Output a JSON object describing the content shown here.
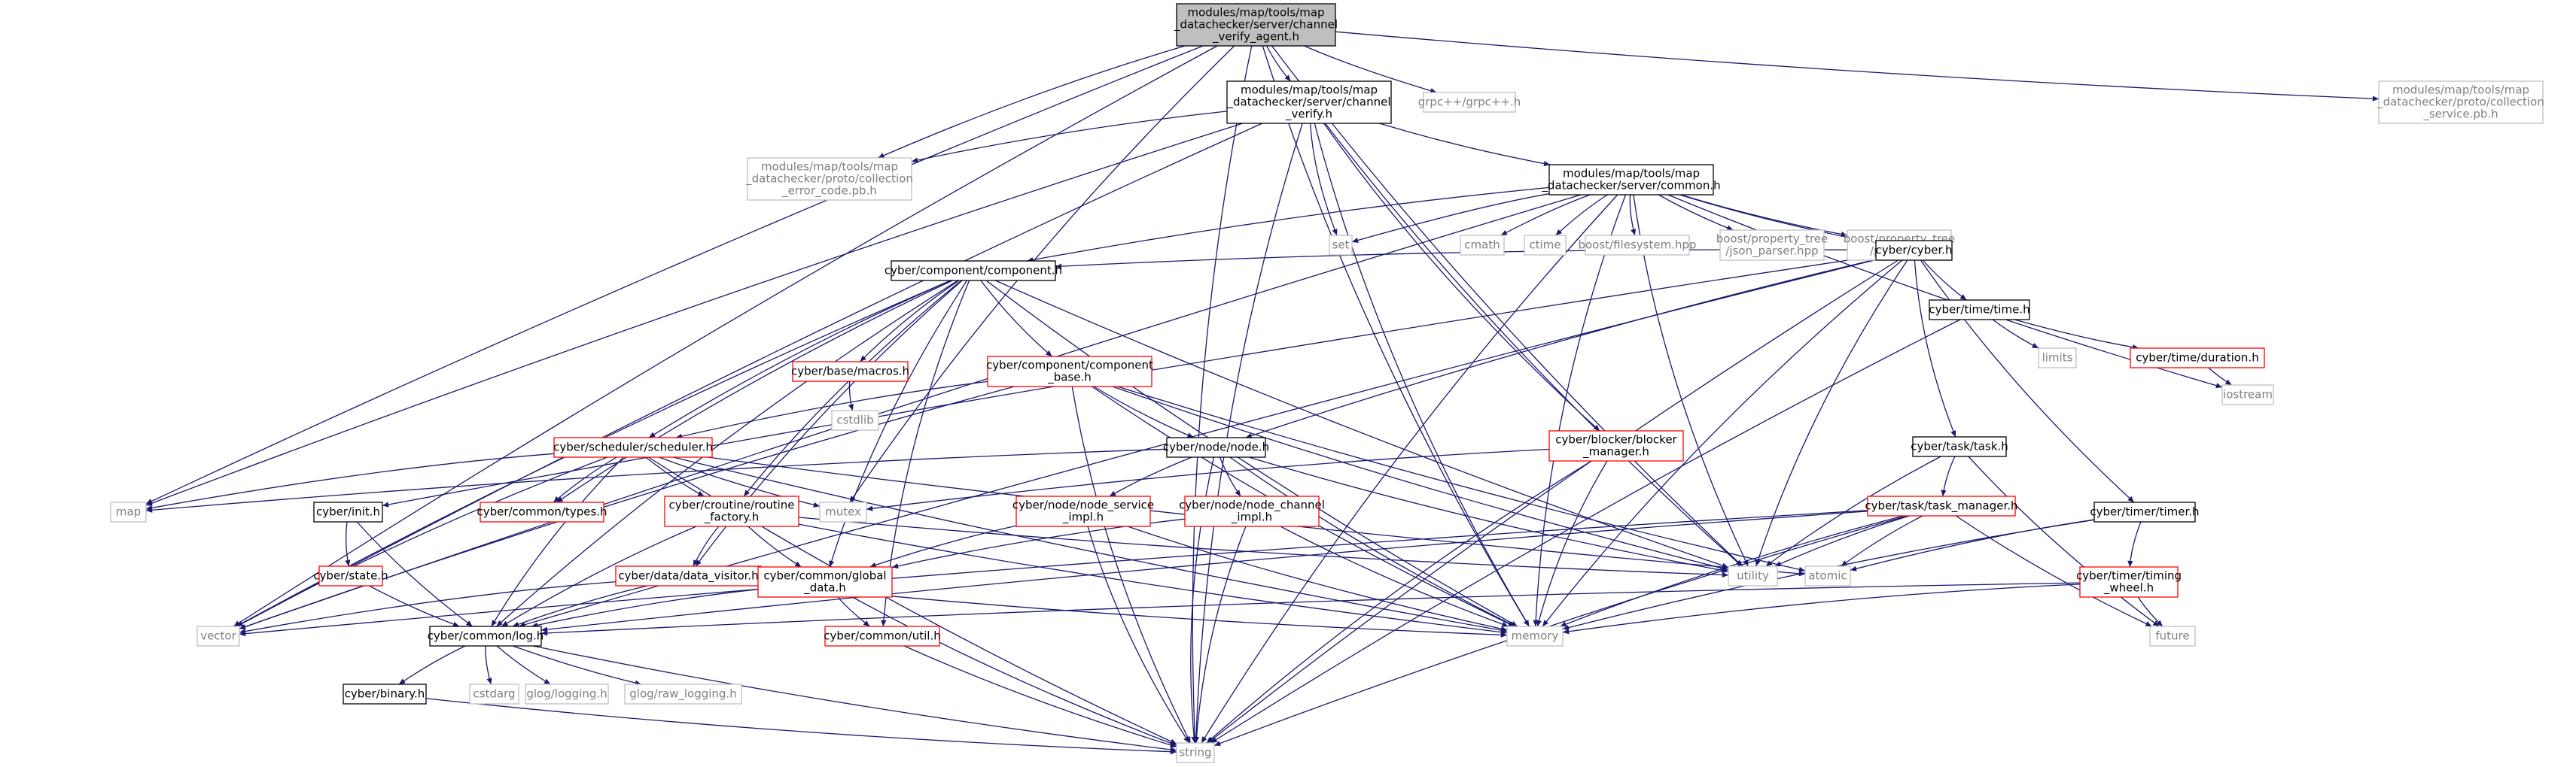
{
  "diagram": {
    "type": "include-dependency-graph",
    "colors": {
      "edge": "#191970",
      "node_normal": "#000000",
      "node_red": "#ff0000",
      "node_gray": "#bfbfbf",
      "root_fill": "#bfbfbf"
    },
    "nodes": [
      {
        "id": "root",
        "lines": [
          "modules/map/tools/map",
          "_datachecker/server/channel",
          "_verify_agent.h"
        ],
        "style": "root"
      },
      {
        "id": "cv",
        "lines": [
          "modules/map/tools/map",
          "_datachecker/server/channel",
          "_verify.h"
        ],
        "style": "normal"
      },
      {
        "id": "grpc",
        "lines": [
          "grpc++/grpc++.h"
        ],
        "style": "gray"
      },
      {
        "id": "coll",
        "lines": [
          "modules/map/tools/map",
          "_datachecker/proto/collection",
          "_service.pb.h"
        ],
        "style": "gray"
      },
      {
        "id": "errc",
        "lines": [
          "modules/map/tools/map",
          "_datachecker/proto/collection",
          "_error_code.pb.h"
        ],
        "style": "gray"
      },
      {
        "id": "common",
        "lines": [
          "modules/map/tools/map",
          "_datachecker/server/common.h"
        ],
        "style": "normal"
      },
      {
        "id": "set",
        "lines": [
          "set"
        ],
        "style": "gray"
      },
      {
        "id": "cmath",
        "lines": [
          "cmath"
        ],
        "style": "gray"
      },
      {
        "id": "ctime",
        "lines": [
          "ctime"
        ],
        "style": "gray"
      },
      {
        "id": "bfs",
        "lines": [
          "boost/filesystem.hpp"
        ],
        "style": "gray"
      },
      {
        "id": "bjson",
        "lines": [
          "boost/property_tree",
          "/json_parser.hpp"
        ],
        "style": "gray"
      },
      {
        "id": "bptree",
        "lines": [
          "boost/property_tree",
          "/ptree.hpp"
        ],
        "style": "gray"
      },
      {
        "id": "cyber",
        "lines": [
          "cyber/cyber.h"
        ],
        "style": "normal"
      },
      {
        "id": "comp",
        "lines": [
          "cyber/component/component.h"
        ],
        "style": "normal"
      },
      {
        "id": "time",
        "lines": [
          "cyber/time/time.h"
        ],
        "style": "normal"
      },
      {
        "id": "limits",
        "lines": [
          "limits"
        ],
        "style": "gray"
      },
      {
        "id": "duration",
        "lines": [
          "cyber/time/duration.h"
        ],
        "style": "red"
      },
      {
        "id": "iostream",
        "lines": [
          "iostream"
        ],
        "style": "gray"
      },
      {
        "id": "macros",
        "lines": [
          "cyber/base/macros.h"
        ],
        "style": "red"
      },
      {
        "id": "cstdlib",
        "lines": [
          "cstdlib"
        ],
        "style": "gray"
      },
      {
        "id": "compbase",
        "lines": [
          "cyber/component/component",
          "_base.h"
        ],
        "style": "red"
      },
      {
        "id": "blocker",
        "lines": [
          "cyber/blocker/blocker",
          "_manager.h"
        ],
        "style": "red"
      },
      {
        "id": "task",
        "lines": [
          "cyber/task/task.h"
        ],
        "style": "normal"
      },
      {
        "id": "sched",
        "lines": [
          "cyber/scheduler/scheduler.h"
        ],
        "style": "red"
      },
      {
        "id": "node",
        "lines": [
          "cyber/node/node.h"
        ],
        "style": "normal"
      },
      {
        "id": "map",
        "lines": [
          "map"
        ],
        "style": "gray"
      },
      {
        "id": "init",
        "lines": [
          "cyber/init.h"
        ],
        "style": "normal"
      },
      {
        "id": "types",
        "lines": [
          "cyber/common/types.h"
        ],
        "style": "red"
      },
      {
        "id": "mutex",
        "lines": [
          "mutex"
        ],
        "style": "gray"
      },
      {
        "id": "routine",
        "lines": [
          "cyber/croutine/routine",
          "_factory.h"
        ],
        "style": "red"
      },
      {
        "id": "nsi",
        "lines": [
          "cyber/node/node_service",
          "_impl.h"
        ],
        "style": "red"
      },
      {
        "id": "nci",
        "lines": [
          "cyber/node/node_channel",
          "_impl.h"
        ],
        "style": "red"
      },
      {
        "id": "taskmgr",
        "lines": [
          "cyber/task/task_manager.h"
        ],
        "style": "red"
      },
      {
        "id": "timer",
        "lines": [
          "cyber/timer/timer.h"
        ],
        "style": "normal"
      },
      {
        "id": "state",
        "lines": [
          "cyber/state.h"
        ],
        "style": "red"
      },
      {
        "id": "dv",
        "lines": [
          "cyber/data/data_visitor.h"
        ],
        "style": "red"
      },
      {
        "id": "global",
        "lines": [
          "cyber/common/global",
          "_data.h"
        ],
        "style": "red"
      },
      {
        "id": "utility",
        "lines": [
          "utility"
        ],
        "style": "gray"
      },
      {
        "id": "atomic",
        "lines": [
          "atomic"
        ],
        "style": "gray"
      },
      {
        "id": "tw",
        "lines": [
          "cyber/timer/timing",
          "_wheel.h"
        ],
        "style": "red"
      },
      {
        "id": "vector",
        "lines": [
          "vector"
        ],
        "style": "gray"
      },
      {
        "id": "log",
        "lines": [
          "cyber/common/log.h"
        ],
        "style": "normal"
      },
      {
        "id": "util",
        "lines": [
          "cyber/common/util.h"
        ],
        "style": "red"
      },
      {
        "id": "memory",
        "lines": [
          "memory"
        ],
        "style": "gray"
      },
      {
        "id": "future",
        "lines": [
          "future"
        ],
        "style": "gray"
      },
      {
        "id": "binary",
        "lines": [
          "cyber/binary.h"
        ],
        "style": "normal"
      },
      {
        "id": "cstdarg",
        "lines": [
          "cstdarg"
        ],
        "style": "gray"
      },
      {
        "id": "glog",
        "lines": [
          "glog/logging.h"
        ],
        "style": "gray"
      },
      {
        "id": "glograw",
        "lines": [
          "glog/raw_logging.h"
        ],
        "style": "gray"
      },
      {
        "id": "string",
        "lines": [
          "string"
        ],
        "style": "gray"
      }
    ],
    "edges": [
      [
        "root",
        "cv"
      ],
      [
        "root",
        "grpc"
      ],
      [
        "root",
        "coll"
      ],
      [
        "root",
        "errc"
      ],
      [
        "root",
        "utility"
      ],
      [
        "root",
        "memory"
      ],
      [
        "root",
        "string"
      ],
      [
        "root",
        "vector"
      ],
      [
        "root",
        "map"
      ],
      [
        "root",
        "mutex"
      ],
      [
        "cv",
        "errc"
      ],
      [
        "cv",
        "common"
      ],
      [
        "cv",
        "set"
      ],
      [
        "cv",
        "utility"
      ],
      [
        "cv",
        "memory"
      ],
      [
        "cv",
        "string"
      ],
      [
        "cv",
        "vector"
      ],
      [
        "cv",
        "map"
      ],
      [
        "cv",
        "blocker"
      ],
      [
        "common",
        "set"
      ],
      [
        "common",
        "cmath"
      ],
      [
        "common",
        "ctime"
      ],
      [
        "common",
        "bfs"
      ],
      [
        "common",
        "bjson"
      ],
      [
        "common",
        "bptree"
      ],
      [
        "common",
        "cyber"
      ],
      [
        "common",
        "comp"
      ],
      [
        "common",
        "utility"
      ],
      [
        "common",
        "memory"
      ],
      [
        "common",
        "string"
      ],
      [
        "common",
        "vector"
      ],
      [
        "common",
        "iostream"
      ],
      [
        "cyber",
        "comp"
      ],
      [
        "cyber",
        "time"
      ],
      [
        "cyber",
        "init"
      ],
      [
        "cyber",
        "node"
      ],
      [
        "cyber",
        "task"
      ],
      [
        "cyber",
        "timer"
      ],
      [
        "cyber",
        "log"
      ],
      [
        "cyber",
        "utility"
      ],
      [
        "cyber",
        "memory"
      ],
      [
        "cyber",
        "string"
      ],
      [
        "time",
        "limits"
      ],
      [
        "time",
        "duration"
      ],
      [
        "time",
        "string"
      ],
      [
        "duration",
        "iostream"
      ],
      [
        "comp",
        "macros"
      ],
      [
        "comp",
        "compbase"
      ],
      [
        "comp",
        "sched"
      ],
      [
        "comp",
        "types"
      ],
      [
        "comp",
        "routine"
      ],
      [
        "comp",
        "dv"
      ],
      [
        "comp",
        "global"
      ],
      [
        "comp",
        "util"
      ],
      [
        "comp",
        "log"
      ],
      [
        "comp",
        "utility"
      ],
      [
        "comp",
        "memory"
      ],
      [
        "comp",
        "vector"
      ],
      [
        "macros",
        "cstdlib"
      ],
      [
        "compbase",
        "node"
      ],
      [
        "compbase",
        "sched"
      ],
      [
        "compbase",
        "atomic"
      ],
      [
        "compbase",
        "memory"
      ],
      [
        "compbase",
        "string"
      ],
      [
        "compbase",
        "utility"
      ],
      [
        "compbase",
        "vector"
      ],
      [
        "blocker",
        "mutex"
      ],
      [
        "blocker",
        "memory"
      ],
      [
        "blocker",
        "string"
      ],
      [
        "task",
        "taskmgr"
      ],
      [
        "task",
        "utility"
      ],
      [
        "task",
        "future"
      ],
      [
        "sched",
        "map"
      ],
      [
        "sched",
        "types"
      ],
      [
        "sched",
        "mutex"
      ],
      [
        "sched",
        "routine"
      ],
      [
        "sched",
        "log"
      ],
      [
        "sched",
        "vector"
      ],
      [
        "sched",
        "string"
      ],
      [
        "sched",
        "atomic"
      ],
      [
        "sched",
        "memory"
      ],
      [
        "node",
        "map"
      ],
      [
        "node",
        "nsi"
      ],
      [
        "node",
        "nci"
      ],
      [
        "node",
        "memory"
      ],
      [
        "node",
        "string"
      ],
      [
        "node",
        "utility"
      ],
      [
        "init",
        "state"
      ],
      [
        "init",
        "log"
      ],
      [
        "state",
        "log"
      ],
      [
        "routine",
        "dv"
      ],
      [
        "routine",
        "global"
      ],
      [
        "routine",
        "log"
      ],
      [
        "routine",
        "utility"
      ],
      [
        "routine",
        "memory"
      ],
      [
        "nsi",
        "global"
      ],
      [
        "nsi",
        "memory"
      ],
      [
        "nsi",
        "string"
      ],
      [
        "nci",
        "global"
      ],
      [
        "nci",
        "memory"
      ],
      [
        "nci",
        "string"
      ],
      [
        "taskmgr",
        "utility"
      ],
      [
        "taskmgr",
        "atomic"
      ],
      [
        "taskmgr",
        "future"
      ],
      [
        "taskmgr",
        "memory"
      ],
      [
        "taskmgr",
        "string"
      ],
      [
        "taskmgr",
        "log"
      ],
      [
        "taskmgr",
        "vector"
      ],
      [
        "timer",
        "atomic"
      ],
      [
        "timer",
        "tw"
      ],
      [
        "timer",
        "memory"
      ],
      [
        "tw",
        "future"
      ],
      [
        "tw",
        "memory"
      ],
      [
        "tw",
        "log"
      ],
      [
        "dv",
        "log"
      ],
      [
        "dv",
        "vector"
      ],
      [
        "dv",
        "memory"
      ],
      [
        "global",
        "log"
      ],
      [
        "global",
        "util"
      ],
      [
        "global",
        "string"
      ],
      [
        "util",
        "string"
      ],
      [
        "log",
        "binary"
      ],
      [
        "log",
        "cstdarg"
      ],
      [
        "log",
        "glog"
      ],
      [
        "log",
        "glograw"
      ],
      [
        "log",
        "string"
      ],
      [
        "binary",
        "string"
      ]
    ]
  }
}
